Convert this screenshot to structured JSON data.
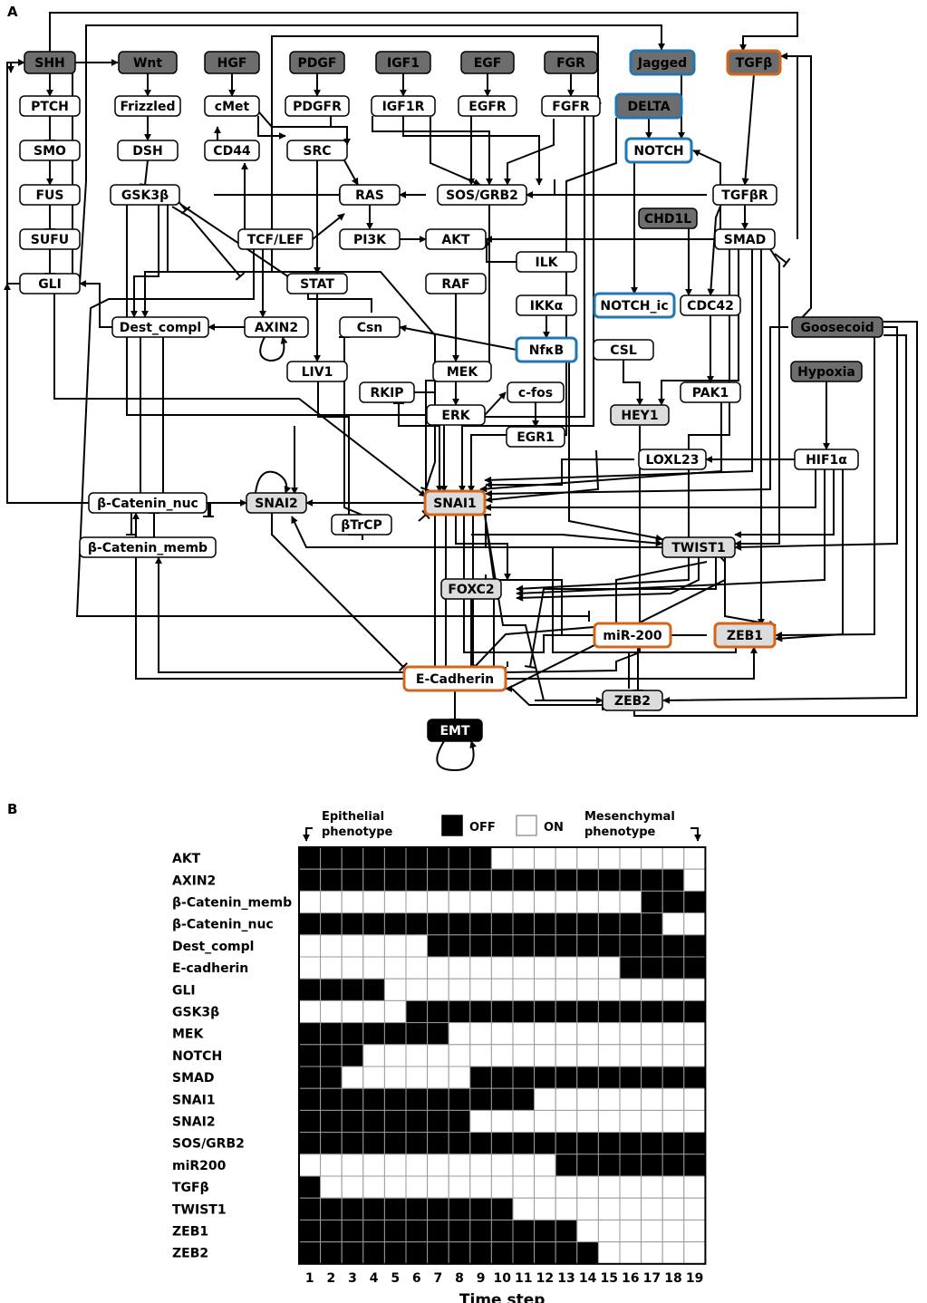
{
  "panels": {
    "a_label": "A",
    "b_label": "B"
  },
  "colors": {
    "input_fill": "#6d6d6d",
    "mid_fill": "#dcdcdc",
    "plain_fill": "#ffffff",
    "blue_border": "#1f77b4",
    "orange_border": "#d4661c",
    "line": "#000000",
    "grid_line": "#9a9a9a",
    "off_cell": "#000000",
    "on_cell": "#ffffff"
  },
  "diagram": {
    "nodes": [
      {
        "id": "SHH",
        "label": "SHH",
        "style": "input"
      },
      {
        "id": "Wnt",
        "label": "Wnt",
        "style": "input"
      },
      {
        "id": "HGF",
        "label": "HGF",
        "style": "input"
      },
      {
        "id": "PDGF",
        "label": "PDGF",
        "style": "input"
      },
      {
        "id": "IGF1",
        "label": "IGF1",
        "style": "input"
      },
      {
        "id": "EGF",
        "label": "EGF",
        "style": "input"
      },
      {
        "id": "FGR",
        "label": "FGR",
        "style": "input"
      },
      {
        "id": "Jagged",
        "label": "Jagged",
        "style": "input_blue"
      },
      {
        "id": "TGFb",
        "label": "TGFβ",
        "style": "input_orange"
      },
      {
        "id": "PTCH",
        "label": "PTCH",
        "style": "plain"
      },
      {
        "id": "Frizzled",
        "label": "Frizzled",
        "style": "plain"
      },
      {
        "id": "cMet",
        "label": "cMet",
        "style": "plain"
      },
      {
        "id": "PDGFR",
        "label": "PDGFR",
        "style": "plain"
      },
      {
        "id": "IGF1R",
        "label": "IGF1R",
        "style": "plain"
      },
      {
        "id": "EGFR",
        "label": "EGFR",
        "style": "plain"
      },
      {
        "id": "FGFR",
        "label": "FGFR",
        "style": "plain"
      },
      {
        "id": "DELTA",
        "label": "DELTA",
        "style": "input_blue"
      },
      {
        "id": "SMO",
        "label": "SMO",
        "style": "plain"
      },
      {
        "id": "DSH",
        "label": "DSH",
        "style": "plain"
      },
      {
        "id": "CD44",
        "label": "CD44",
        "style": "plain"
      },
      {
        "id": "SRC",
        "label": "SRC",
        "style": "plain"
      },
      {
        "id": "NOTCH",
        "label": "NOTCH",
        "style": "blue"
      },
      {
        "id": "FUS",
        "label": "FUS",
        "style": "plain"
      },
      {
        "id": "GSK3b",
        "label": "GSK3β",
        "style": "plain"
      },
      {
        "id": "RAS",
        "label": "RAS",
        "style": "plain"
      },
      {
        "id": "SOSGRB2",
        "label": "SOS/GRB2",
        "style": "plain"
      },
      {
        "id": "TGFbR",
        "label": "TGFβR",
        "style": "plain"
      },
      {
        "id": "CHD1L",
        "label": "CHD1L",
        "style": "input"
      },
      {
        "id": "SUFU",
        "label": "SUFU",
        "style": "plain"
      },
      {
        "id": "TCFLEF",
        "label": "TCF/LEF",
        "style": "plain"
      },
      {
        "id": "PI3K",
        "label": "PI3K",
        "style": "plain"
      },
      {
        "id": "AKT",
        "label": "AKT",
        "style": "plain"
      },
      {
        "id": "SMAD",
        "label": "SMAD",
        "style": "plain"
      },
      {
        "id": "ILK",
        "label": "ILK",
        "style": "plain"
      },
      {
        "id": "GLI",
        "label": "GLI",
        "style": "plain"
      },
      {
        "id": "STAT",
        "label": "STAT",
        "style": "plain"
      },
      {
        "id": "RAF",
        "label": "RAF",
        "style": "plain"
      },
      {
        "id": "IKKa",
        "label": "IKKα",
        "style": "plain"
      },
      {
        "id": "NOTCHic",
        "label": "NOTCH_ic",
        "style": "blue"
      },
      {
        "id": "CDC42",
        "label": "CDC42",
        "style": "plain"
      },
      {
        "id": "Destcompl",
        "label": "Dest_compl",
        "style": "plain"
      },
      {
        "id": "AXIN2",
        "label": "AXIN2",
        "style": "plain"
      },
      {
        "id": "Csn",
        "label": "Csn",
        "style": "plain"
      },
      {
        "id": "NfkB",
        "label": "NfκB",
        "style": "blue"
      },
      {
        "id": "CSL",
        "label": "CSL",
        "style": "plain"
      },
      {
        "id": "Goosecoid",
        "label": "Goosecoid",
        "style": "input"
      },
      {
        "id": "LIV1",
        "label": "LIV1",
        "style": "plain"
      },
      {
        "id": "MEK",
        "label": "MEK",
        "style": "plain"
      },
      {
        "id": "Hypoxia",
        "label": "Hypoxia",
        "style": "input"
      },
      {
        "id": "RKIP",
        "label": "RKIP",
        "style": "plain"
      },
      {
        "id": "cfos",
        "label": "c-fos",
        "style": "plain"
      },
      {
        "id": "PAK1",
        "label": "PAK1",
        "style": "plain"
      },
      {
        "id": "ERK",
        "label": "ERK",
        "style": "plain"
      },
      {
        "id": "HEY1",
        "label": "HEY1",
        "style": "mid"
      },
      {
        "id": "EGR1",
        "label": "EGR1",
        "style": "plain"
      },
      {
        "id": "LOXL23",
        "label": "LOXL23",
        "style": "plain"
      },
      {
        "id": "HIF1a",
        "label": "HIF1α",
        "style": "plain"
      },
      {
        "id": "bCatnuc",
        "label": "β-Catenin_nuc",
        "style": "plain"
      },
      {
        "id": "SNAI2",
        "label": "SNAI2",
        "style": "mid"
      },
      {
        "id": "SNAI1",
        "label": "SNAI1",
        "style": "mid_orange"
      },
      {
        "id": "bCatmemb",
        "label": "β-Catenin_memb",
        "style": "plain"
      },
      {
        "id": "bTrCP",
        "label": "βTrCP",
        "style": "plain"
      },
      {
        "id": "TWIST1",
        "label": "TWIST1",
        "style": "mid"
      },
      {
        "id": "FOXC2",
        "label": "FOXC2",
        "style": "mid"
      },
      {
        "id": "miR200",
        "label": "miR-200",
        "style": "orange"
      },
      {
        "id": "ZEB1",
        "label": "ZEB1",
        "style": "mid_orange"
      },
      {
        "id": "ECadherin",
        "label": "E-Cadherin",
        "style": "orange"
      },
      {
        "id": "ZEB2",
        "label": "ZEB2",
        "style": "mid"
      },
      {
        "id": "EMT",
        "label": "EMT",
        "style": "black"
      }
    ]
  },
  "chart_data": {
    "type": "heatmap",
    "xlabel": "Time step",
    "x": [
      1,
      2,
      3,
      4,
      5,
      6,
      7,
      8,
      9,
      10,
      11,
      12,
      13,
      14,
      15,
      16,
      17,
      18,
      19
    ],
    "legend": {
      "off_label": "OFF",
      "on_label": "ON"
    },
    "annotations": {
      "epithelial": [
        "Epithelial",
        "phenotype"
      ],
      "mesenchymal": [
        "Mesenchymal",
        "phenotype"
      ]
    },
    "rows": [
      {
        "name": "AKT",
        "states": [
          0,
          0,
          0,
          0,
          0,
          0,
          0,
          0,
          0,
          1,
          1,
          1,
          1,
          1,
          1,
          1,
          1,
          1,
          1
        ]
      },
      {
        "name": "AXIN2",
        "states": [
          0,
          0,
          0,
          0,
          0,
          0,
          0,
          0,
          0,
          0,
          0,
          0,
          0,
          0,
          0,
          0,
          0,
          0,
          1
        ]
      },
      {
        "name": "β-Catenin_memb",
        "states": [
          1,
          1,
          1,
          1,
          1,
          1,
          1,
          1,
          1,
          1,
          1,
          1,
          1,
          1,
          1,
          1,
          0,
          0,
          0
        ]
      },
      {
        "name": "β-Catenin_nuc",
        "states": [
          0,
          0,
          0,
          0,
          0,
          0,
          0,
          0,
          0,
          0,
          0,
          0,
          0,
          0,
          0,
          0,
          0,
          1,
          1
        ]
      },
      {
        "name": "Dest_compl",
        "states": [
          1,
          1,
          1,
          1,
          1,
          1,
          0,
          0,
          0,
          0,
          0,
          0,
          0,
          0,
          0,
          0,
          0,
          0,
          0
        ]
      },
      {
        "name": "E-cadherin",
        "states": [
          1,
          1,
          1,
          1,
          1,
          1,
          1,
          1,
          1,
          1,
          1,
          1,
          1,
          1,
          1,
          0,
          0,
          0,
          0
        ]
      },
      {
        "name": "GLI",
        "states": [
          0,
          0,
          0,
          0,
          1,
          1,
          1,
          1,
          1,
          1,
          1,
          1,
          1,
          1,
          1,
          1,
          1,
          1,
          1
        ]
      },
      {
        "name": "GSK3β",
        "states": [
          1,
          1,
          1,
          1,
          1,
          0,
          0,
          0,
          0,
          0,
          0,
          0,
          0,
          0,
          0,
          0,
          0,
          0,
          0
        ]
      },
      {
        "name": "MEK",
        "states": [
          0,
          0,
          0,
          0,
          0,
          0,
          0,
          1,
          1,
          1,
          1,
          1,
          1,
          1,
          1,
          1,
          1,
          1,
          1
        ]
      },
      {
        "name": "NOTCH",
        "states": [
          0,
          0,
          0,
          1,
          1,
          1,
          1,
          1,
          1,
          1,
          1,
          1,
          1,
          1,
          1,
          1,
          1,
          1,
          1
        ]
      },
      {
        "name": "SMAD",
        "states": [
          0,
          0,
          1,
          1,
          1,
          1,
          1,
          1,
          0,
          0,
          0,
          0,
          0,
          0,
          0,
          0,
          0,
          0,
          0
        ]
      },
      {
        "name": "SNAI1",
        "states": [
          0,
          0,
          0,
          0,
          0,
          0,
          0,
          0,
          0,
          0,
          0,
          1,
          1,
          1,
          1,
          1,
          1,
          1,
          1
        ]
      },
      {
        "name": "SNAI2",
        "states": [
          0,
          0,
          0,
          0,
          0,
          0,
          0,
          0,
          1,
          1,
          1,
          1,
          1,
          1,
          1,
          1,
          1,
          1,
          1
        ]
      },
      {
        "name": "SOS/GRB2",
        "states": [
          0,
          0,
          0,
          0,
          0,
          0,
          0,
          0,
          0,
          0,
          0,
          0,
          0,
          0,
          0,
          0,
          0,
          0,
          0
        ]
      },
      {
        "name": "miR200",
        "states": [
          1,
          1,
          1,
          1,
          1,
          1,
          1,
          1,
          1,
          1,
          1,
          1,
          0,
          0,
          0,
          0,
          0,
          0,
          0
        ]
      },
      {
        "name": "TGFβ",
        "states": [
          0,
          1,
          1,
          1,
          1,
          1,
          1,
          1,
          1,
          1,
          1,
          1,
          1,
          1,
          1,
          1,
          1,
          1,
          1
        ]
      },
      {
        "name": "TWIST1",
        "states": [
          0,
          0,
          0,
          0,
          0,
          0,
          0,
          0,
          0,
          0,
          1,
          1,
          1,
          1,
          1,
          1,
          1,
          1,
          1
        ]
      },
      {
        "name": "ZEB1",
        "states": [
          0,
          0,
          0,
          0,
          0,
          0,
          0,
          0,
          0,
          0,
          0,
          0,
          0,
          1,
          1,
          1,
          1,
          1,
          1
        ]
      },
      {
        "name": "ZEB2",
        "states": [
          0,
          0,
          0,
          0,
          0,
          0,
          0,
          0,
          0,
          0,
          0,
          0,
          0,
          0,
          1,
          1,
          1,
          1,
          1
        ]
      }
    ]
  }
}
